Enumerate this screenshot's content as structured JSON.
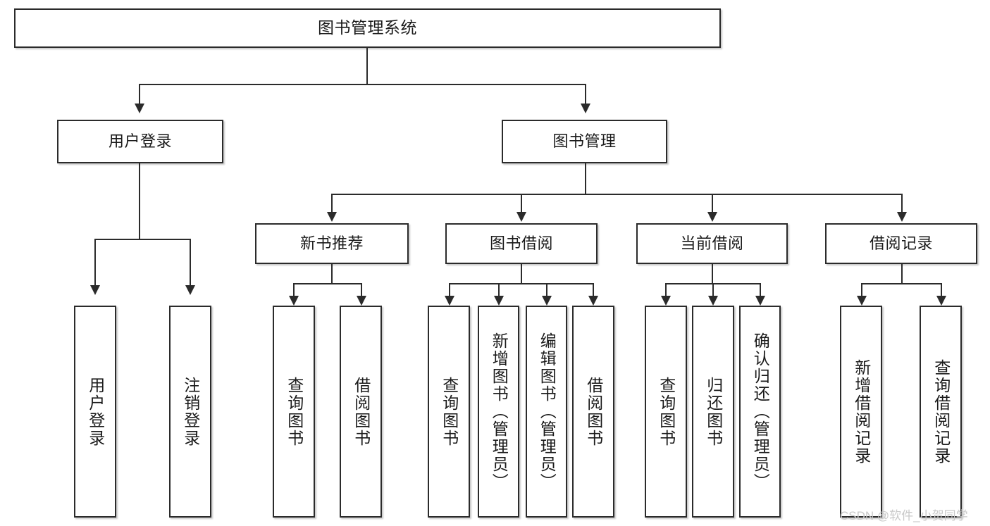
{
  "diagram": {
    "title": "图书管理系统",
    "type": "hierarchy-tree",
    "root": {
      "label": "图书管理系统"
    },
    "level2": [
      {
        "label": "用户登录"
      },
      {
        "label": "图书管理"
      }
    ],
    "level3": [
      {
        "label": "新书推荐"
      },
      {
        "label": "图书借阅"
      },
      {
        "label": "当前借阅"
      },
      {
        "label": "借阅记录"
      }
    ],
    "leaves": {
      "user_login": [
        {
          "label": "用户登录"
        },
        {
          "label": "注销登录"
        }
      ],
      "new_book_recommend": [
        {
          "label": "查询图书"
        },
        {
          "label": "借阅图书"
        }
      ],
      "book_borrow": [
        {
          "label": "查询图书"
        },
        {
          "label": "新增图书（管理员）"
        },
        {
          "label": "编辑图书（管理员）"
        },
        {
          "label": "借阅图书"
        }
      ],
      "current_borrow": [
        {
          "label": "查询图书"
        },
        {
          "label": "归还图书"
        },
        {
          "label": "确认归还（管理员）"
        }
      ],
      "borrow_record": [
        {
          "label": "新增借阅记录"
        },
        {
          "label": "查询借阅记录"
        }
      ]
    }
  },
  "watermark": {
    "text": "CSDN @软件_小贺同学"
  },
  "colors": {
    "line": "#2b2b2b",
    "box_fill": "#ffffff",
    "text": "#1a1a1a",
    "watermark": "#c9c9c9",
    "background": "#ffffff"
  }
}
